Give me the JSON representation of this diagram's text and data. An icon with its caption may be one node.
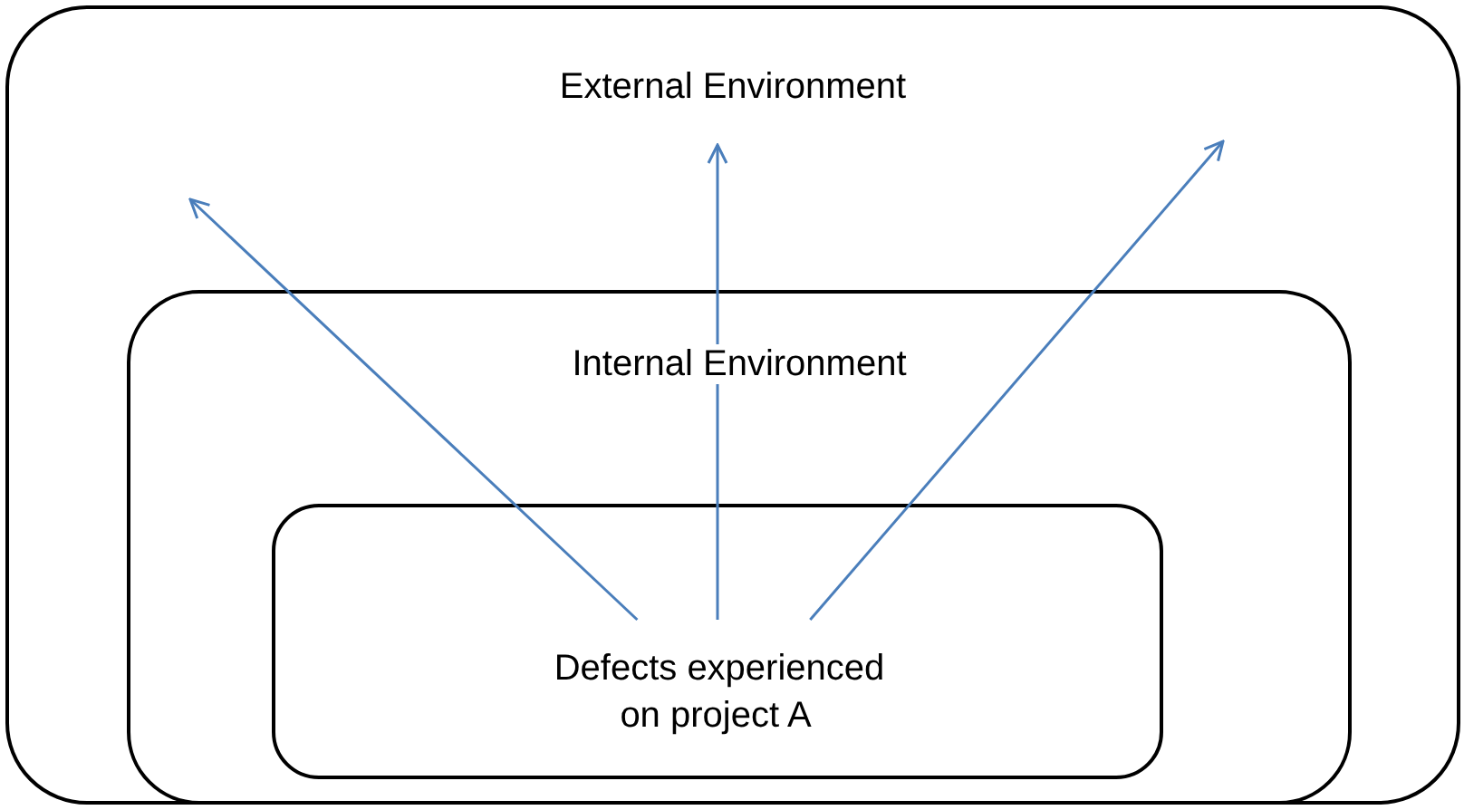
{
  "diagram": {
    "nodes": [
      {
        "text": [
          "External Environment"
        ]
      },
      {
        "text": [
          "Internal Environment"
        ],
        "in": 0
      },
      {
        "text": [
          "Defects experienced on project A"
        ],
        "in": 1
      }
    ],
    "edges": [
      {
        "from": 2,
        "to": null,
        "arrow": "to"
      },
      {
        "from": 2,
        "to": null,
        "arrow": "to"
      },
      {
        "from": 2,
        "to": null,
        "arrow": "to"
      }
    ]
  }
}
